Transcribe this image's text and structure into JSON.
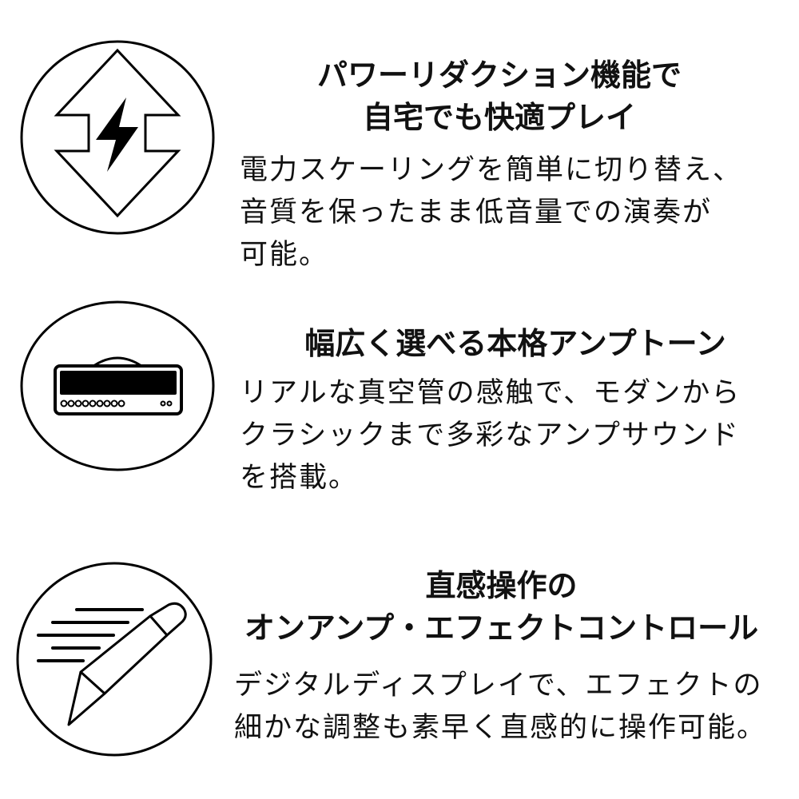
{
  "features": [
    {
      "icon": "power-reduction-icon",
      "title_lines": [
        "パワーリダクション機能で",
        "自宅でも快適プレイ"
      ],
      "body_lines": [
        "電力スケーリングを簡単に切り替え、",
        "音質を保ったまま低音量での演奏が",
        "可能。"
      ]
    },
    {
      "icon": "amp-head-icon",
      "title_lines": [
        "幅広く選べる本格アンプトーン"
      ],
      "body_lines": [
        "リアルな真空管の感触で、モダンから",
        "クラシックまで多彩なアンプサウンド",
        "を搭載。"
      ]
    },
    {
      "icon": "pencil-edit-icon",
      "title_lines": [
        "直感操作の",
        "オンアンプ・エフェクトコントロール"
      ],
      "body_lines": [
        "デジタルディスプレイで、エフェクトの",
        "細かな調整も素早く直感的に操作可能。"
      ]
    }
  ]
}
